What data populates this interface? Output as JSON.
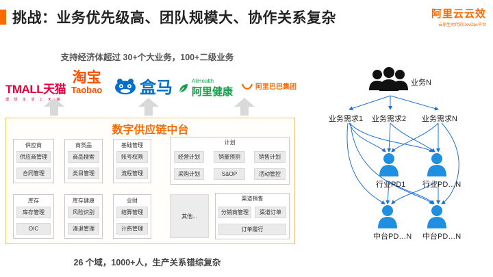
{
  "header": {
    "title": "挑战：业务优先级高、团队规模大、协作关系复杂",
    "brand_name": "阿里云云效",
    "brand_sub": "云原生时代的DevOps平台"
  },
  "subtitle": "支持经济体超过 30+个大业务，100+二级业务",
  "logos": {
    "tmall": {
      "main": "TMALL天猫",
      "tiny": "理 想 生 活 上 天 猫"
    },
    "taobao": {
      "cn": "淘宝",
      "en": "Taobao"
    },
    "hema": {
      "text": "盒马"
    },
    "alihealth": {
      "en": "AliHealth",
      "cn": "阿里健康"
    },
    "alibaba": {
      "text": "阿里巴巴集团"
    }
  },
  "platform": {
    "title": "数字供应链中台",
    "groups": [
      {
        "title": "供应商",
        "items": [
          "供应商管理",
          "合同管理"
        ]
      },
      {
        "title": "商货品",
        "items": [
          "商品搜索",
          "类目管理"
        ]
      },
      {
        "title": "基础管理",
        "items": [
          "账号权限",
          "流程管理"
        ]
      },
      {
        "title": "计划",
        "items": [
          "经营计划",
          "销量预测",
          "销售计划",
          "采购计划",
          "S&OP",
          "活动管控"
        ]
      },
      {
        "title": "库存",
        "items": [
          "库存管理",
          "OIC"
        ]
      },
      {
        "title": "库存健康",
        "items": [
          "风险识别",
          "清退管理"
        ]
      },
      {
        "title": "业财",
        "items": [
          "结算管理",
          "计费管理"
        ]
      },
      {
        "title": "",
        "items": [
          "其他..."
        ]
      },
      {
        "title": "渠道销售",
        "items": [
          "分销商管理",
          "渠道订单",
          "订单履行"
        ]
      }
    ]
  },
  "footnote": "26 个域，1000+人，生产关系错综复杂",
  "org": {
    "top": "业务N",
    "demands": [
      "业务需求1",
      "业务需求2",
      "业务需求N"
    ],
    "industry": [
      "行业PD1",
      "行业PD…N"
    ],
    "middle": [
      "中台PD…N",
      "中台PD…N"
    ]
  },
  "colors": {
    "accent": "#ff6a00",
    "person_blue": "#1e8fe1",
    "arrow_blue": "#1e6fd9",
    "arrow_gray": "#d9d9d9"
  }
}
